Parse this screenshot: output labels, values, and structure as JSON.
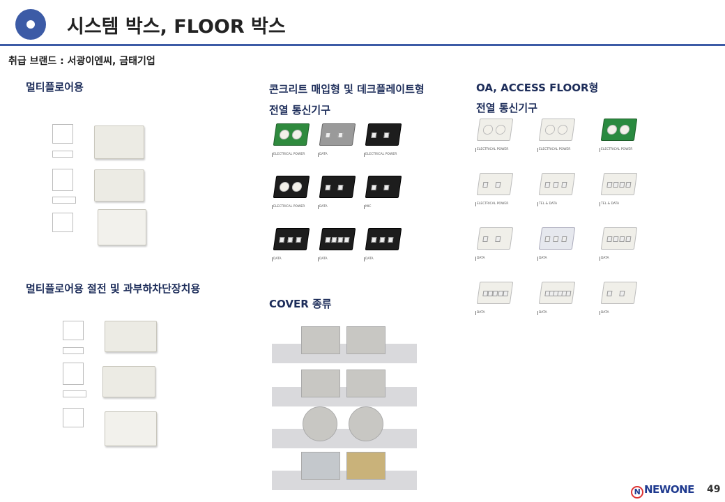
{
  "header": {
    "title": "시스템 박스, FLOOR 박스",
    "brands": "취급 브랜드 : 서광이엔씨, 금태기업"
  },
  "sections": {
    "multi": "멀티플로어용",
    "multi_breaker": "멀티플로어용 절전 및 과부하차단장치용",
    "concrete_1": "콘크리트 매입형 및 데크플레이트형",
    "concrete_2": "전열 통신기구",
    "oa_1": "OA, ACCESS FLOOR형",
    "oa_2": "전열 통신기구",
    "cover": "COVER 종류"
  },
  "concrete_items": [
    "ELECTRICAL POWER",
    "DATA",
    "ELECTRICAL POWER",
    "ELECTRICAL POWER",
    "DATA",
    "MIC",
    "DATA",
    "DATA",
    "DATA"
  ],
  "oa_items": [
    "ELECTRICAL POWER",
    "ELECTRICAL POWER",
    "ELECTRICAL POWER",
    "ELECTRICAL POWER",
    "TEL & DATA",
    "TEL & DATA",
    "DATA",
    "DATA",
    "DATA",
    "DATA",
    "DATA",
    "DATA"
  ],
  "footer": {
    "brand": "NEWONE",
    "page": "49"
  }
}
